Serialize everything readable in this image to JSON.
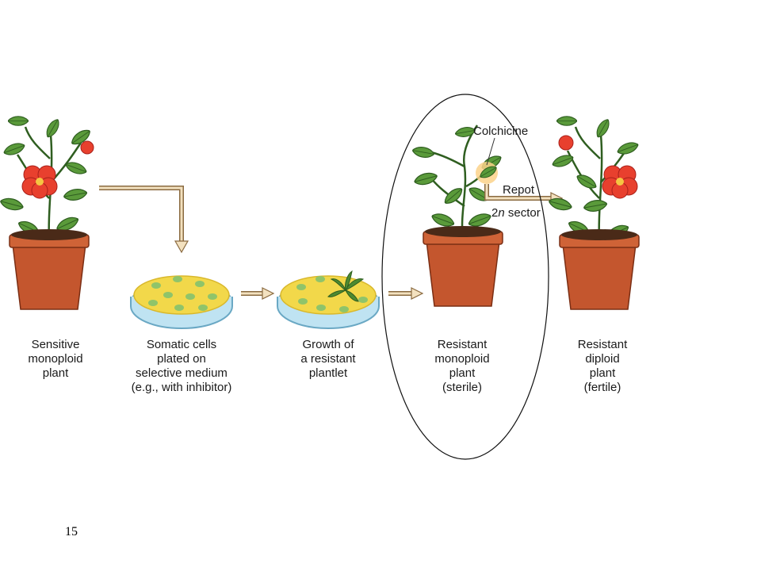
{
  "slide": {
    "page_number": "15"
  },
  "steps": [
    {
      "lines": [
        "Sensitive",
        "monoploid",
        "plant"
      ]
    },
    {
      "lines": [
        "Somatic cells",
        "plated on",
        "selective medium",
        "(e.g., with inhibitor)"
      ]
    },
    {
      "lines": [
        "Growth of",
        "a resistant",
        "plantlet"
      ]
    },
    {
      "lines": [
        "Resistant",
        "monoploid",
        "plant",
        "(sterile)"
      ]
    },
    {
      "lines": [
        "Resistant",
        "diploid",
        "plant",
        "(fertile)"
      ]
    }
  ],
  "annotations": {
    "colchicine": "Colchicine",
    "repot": "Repot",
    "sector_prefix": "2",
    "sector_italic": "n",
    "sector_suffix": " sector"
  },
  "colors": {
    "pot": "#c4562e",
    "leaf": "#5a9a3a",
    "flower": "#e8402e",
    "medium": "#f2d84a",
    "dish": "#bfe3f2",
    "arrow": "#c8a070"
  }
}
